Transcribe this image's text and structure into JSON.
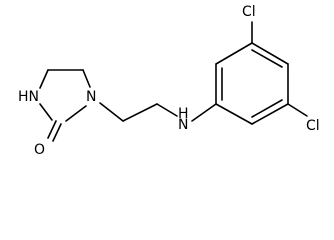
{
  "molecule": {
    "atoms": {
      "nh_ring": "HN",
      "n_ring": "N",
      "o_carbonyl": "O",
      "nh_amine": "H\nN",
      "cl_top": "Cl",
      "cl_bottom": "Cl"
    },
    "colors": {
      "bond": "#000000",
      "label": "#000000",
      "background": "#ffffff"
    }
  }
}
